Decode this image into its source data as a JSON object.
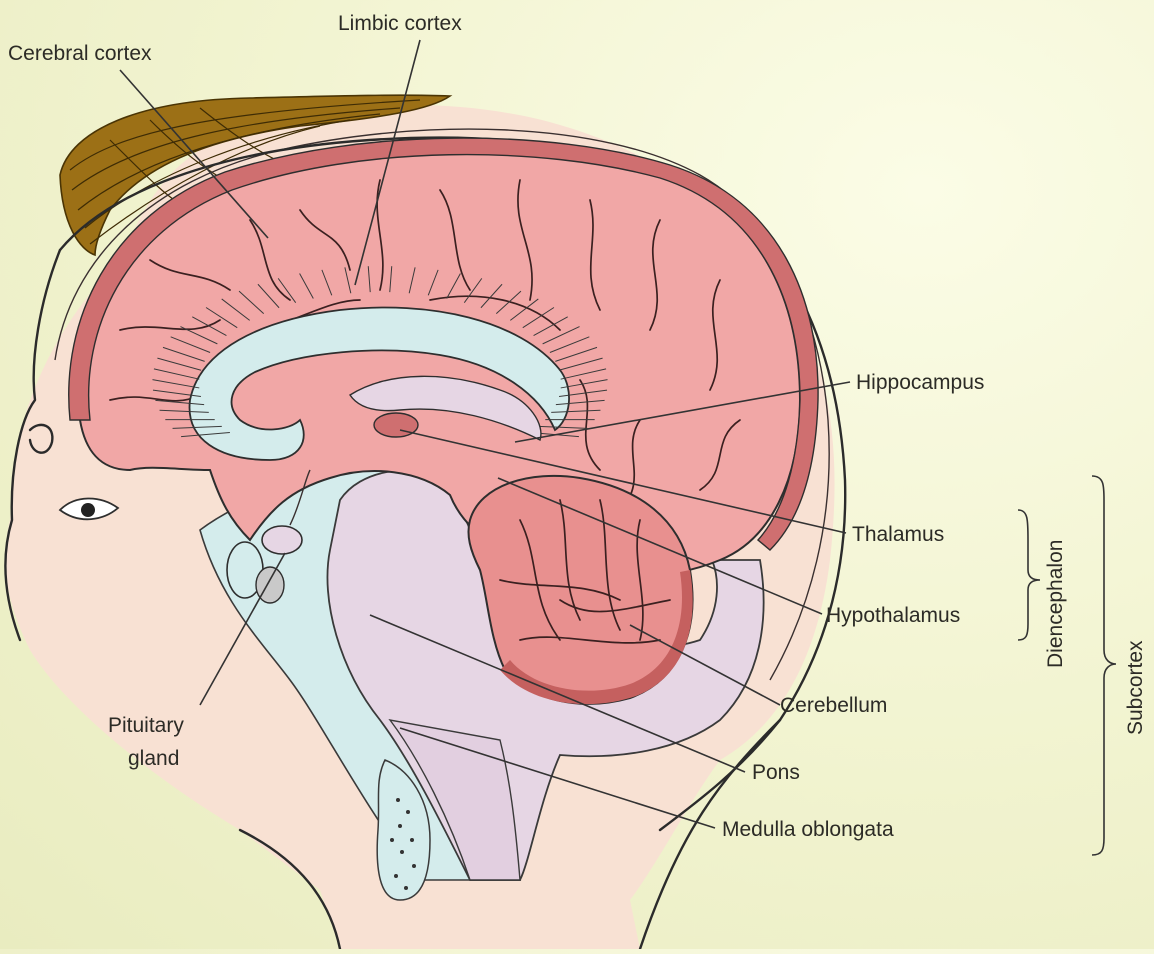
{
  "labels": {
    "cerebral_cortex": "Cerebral cortex",
    "limbic_cortex": "Limbic cortex",
    "hippocampus": "Hippocampus",
    "thalamus": "Thalamus",
    "hypothalamus": "Hypothalamus",
    "cerebellum": "Cerebellum",
    "pons": "Pons",
    "medulla_oblongata": "Medulla oblongata",
    "pituitary_line1": "Pituitary",
    "pituitary_line2": "gland",
    "diencephalon": "Diencephalon",
    "subcortex": "Subcortex"
  },
  "colors": {
    "background": "#f1f3cf",
    "cortex_pink": "#f1a7a6",
    "cortex_rim": "#cf6f70",
    "hair": "#9c7016",
    "csf_blue": "#d4ecec",
    "brainstem_lilac": "#e6d6e4",
    "line": "#333333"
  }
}
